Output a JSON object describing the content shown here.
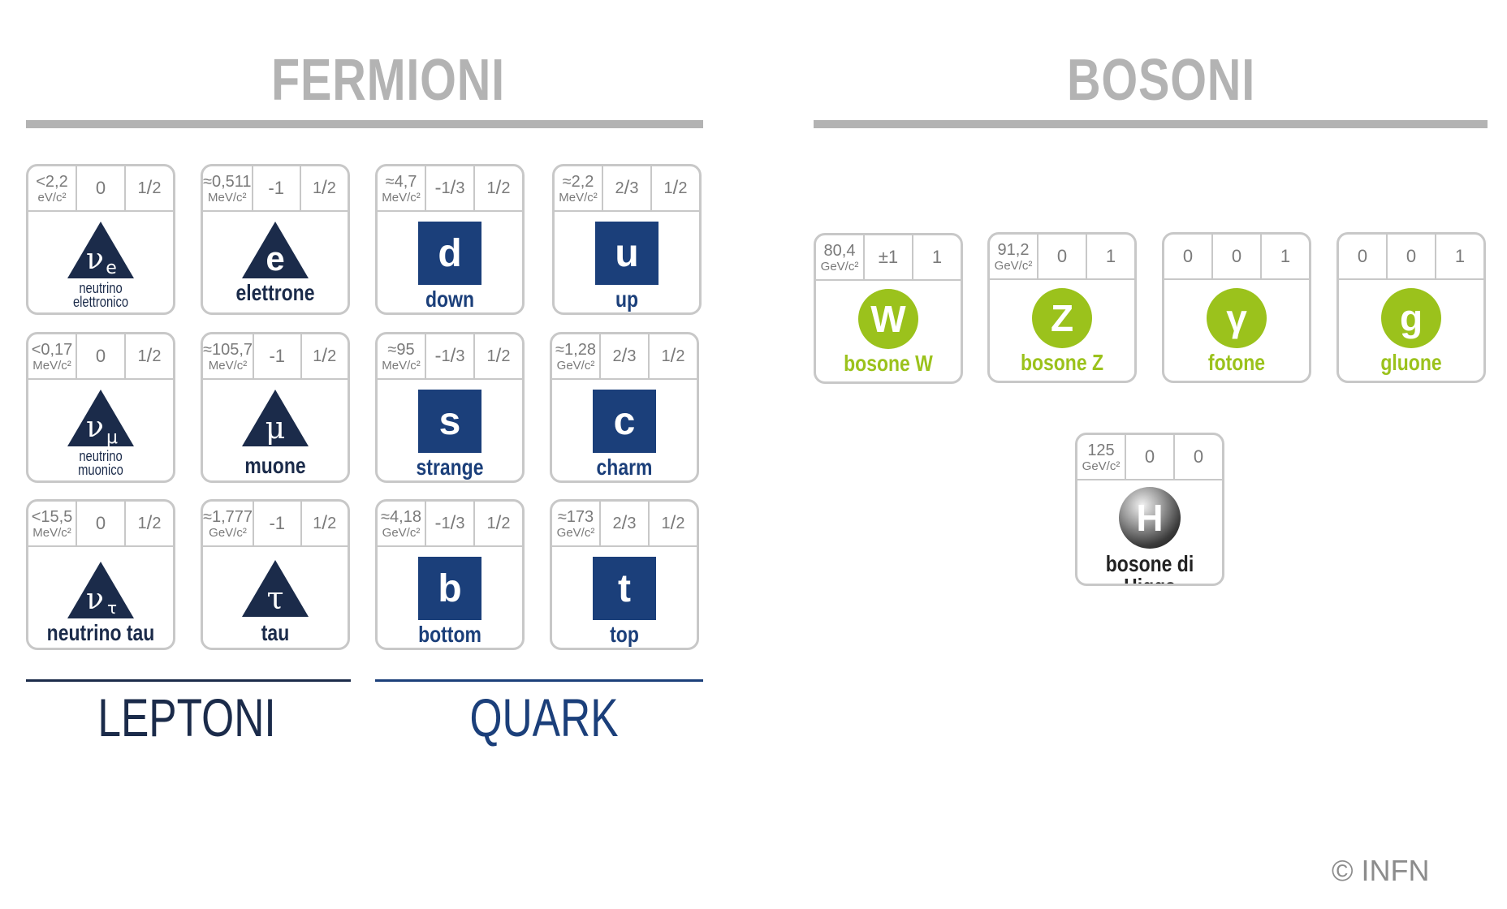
{
  "headers": {
    "fermioni": "FERMIONI",
    "bosoni": "BOSONI"
  },
  "groups": {
    "leptoni": "LEPTONI",
    "quark": "QUARK"
  },
  "copyright": "© INFN",
  "colors": {
    "lepton": "#1b2b4a",
    "quark": "#1b3f7a",
    "boson": "#9bc21c",
    "title": "#b3b3b3"
  },
  "leptons": [
    {
      "mass": "<2,2",
      "unit": "eV/c²",
      "charge": "0",
      "spin_num": "1",
      "spin_den": "2",
      "symbol": "ν",
      "sub": "e",
      "name_1": "neutrino",
      "name_2": "elettronico"
    },
    {
      "mass": "≈0,511",
      "unit": "MeV/c²",
      "charge": "-1",
      "spin_num": "1",
      "spin_den": "2",
      "symbol": "e",
      "sub": "",
      "name": "elettrone"
    },
    {
      "mass": "<0,17",
      "unit": "MeV/c²",
      "charge": "0",
      "spin_num": "1",
      "spin_den": "2",
      "symbol": "ν",
      "sub": "μ",
      "name_1": "neutrino",
      "name_2": "muonico"
    },
    {
      "mass": "≈105,7",
      "unit": "MeV/c²",
      "charge": "-1",
      "spin_num": "1",
      "spin_den": "2",
      "symbol": "μ",
      "sub": "",
      "name": "muone"
    },
    {
      "mass": "<15,5",
      "unit": "MeV/c²",
      "charge": "0",
      "spin_num": "1",
      "spin_den": "2",
      "symbol": "ν",
      "sub": "τ",
      "name": "neutrino tau"
    },
    {
      "mass": "≈1,777",
      "unit": "GeV/c²",
      "charge": "-1",
      "spin_num": "1",
      "spin_den": "2",
      "symbol": "τ",
      "sub": "",
      "name": "tau"
    }
  ],
  "quarks": [
    {
      "mass": "≈4,7",
      "unit": "MeV/c²",
      "charge_sign": "-",
      "charge_num": "1",
      "charge_den": "3",
      "spin_num": "1",
      "spin_den": "2",
      "symbol": "d",
      "name": "down"
    },
    {
      "mass": "≈2,2",
      "unit": "MeV/c²",
      "charge_sign": "",
      "charge_num": "2",
      "charge_den": "3",
      "spin_num": "1",
      "spin_den": "2",
      "symbol": "u",
      "name": "up"
    },
    {
      "mass": "≈95",
      "unit": "MeV/c²",
      "charge_sign": "-",
      "charge_num": "1",
      "charge_den": "3",
      "spin_num": "1",
      "spin_den": "2",
      "symbol": "s",
      "name": "strange"
    },
    {
      "mass": "≈1,28",
      "unit": "GeV/c²",
      "charge_sign": "",
      "charge_num": "2",
      "charge_den": "3",
      "spin_num": "1",
      "spin_den": "2",
      "symbol": "c",
      "name": "charm"
    },
    {
      "mass": "≈4,18",
      "unit": "GeV/c²",
      "charge_sign": "-",
      "charge_num": "1",
      "charge_den": "3",
      "spin_num": "1",
      "spin_den": "2",
      "symbol": "b",
      "name": "bottom"
    },
    {
      "mass": "≈173",
      "unit": "GeV/c²",
      "charge_sign": "",
      "charge_num": "2",
      "charge_den": "3",
      "spin_num": "1",
      "spin_den": "2",
      "symbol": "t",
      "name": "top"
    }
  ],
  "bosons": [
    {
      "mass": "80,4",
      "unit": "GeV/c²",
      "charge": "±1",
      "spin": "1",
      "symbol": "W",
      "name": "bosone W"
    },
    {
      "mass": "91,2",
      "unit": "GeV/c²",
      "charge": "0",
      "spin": "1",
      "symbol": "Z",
      "name": "bosone Z"
    },
    {
      "mass": "0",
      "unit": "",
      "charge": "0",
      "spin": "1",
      "symbol": "γ",
      "name": "fotone"
    },
    {
      "mass": "0",
      "unit": "",
      "charge": "0",
      "spin": "1",
      "symbol": "g",
      "name": "gluone"
    }
  ],
  "higgs": {
    "mass": "125",
    "unit": "GeV/c²",
    "charge": "0",
    "spin": "0",
    "symbol": "H",
    "name": "bosone di Higgs"
  }
}
